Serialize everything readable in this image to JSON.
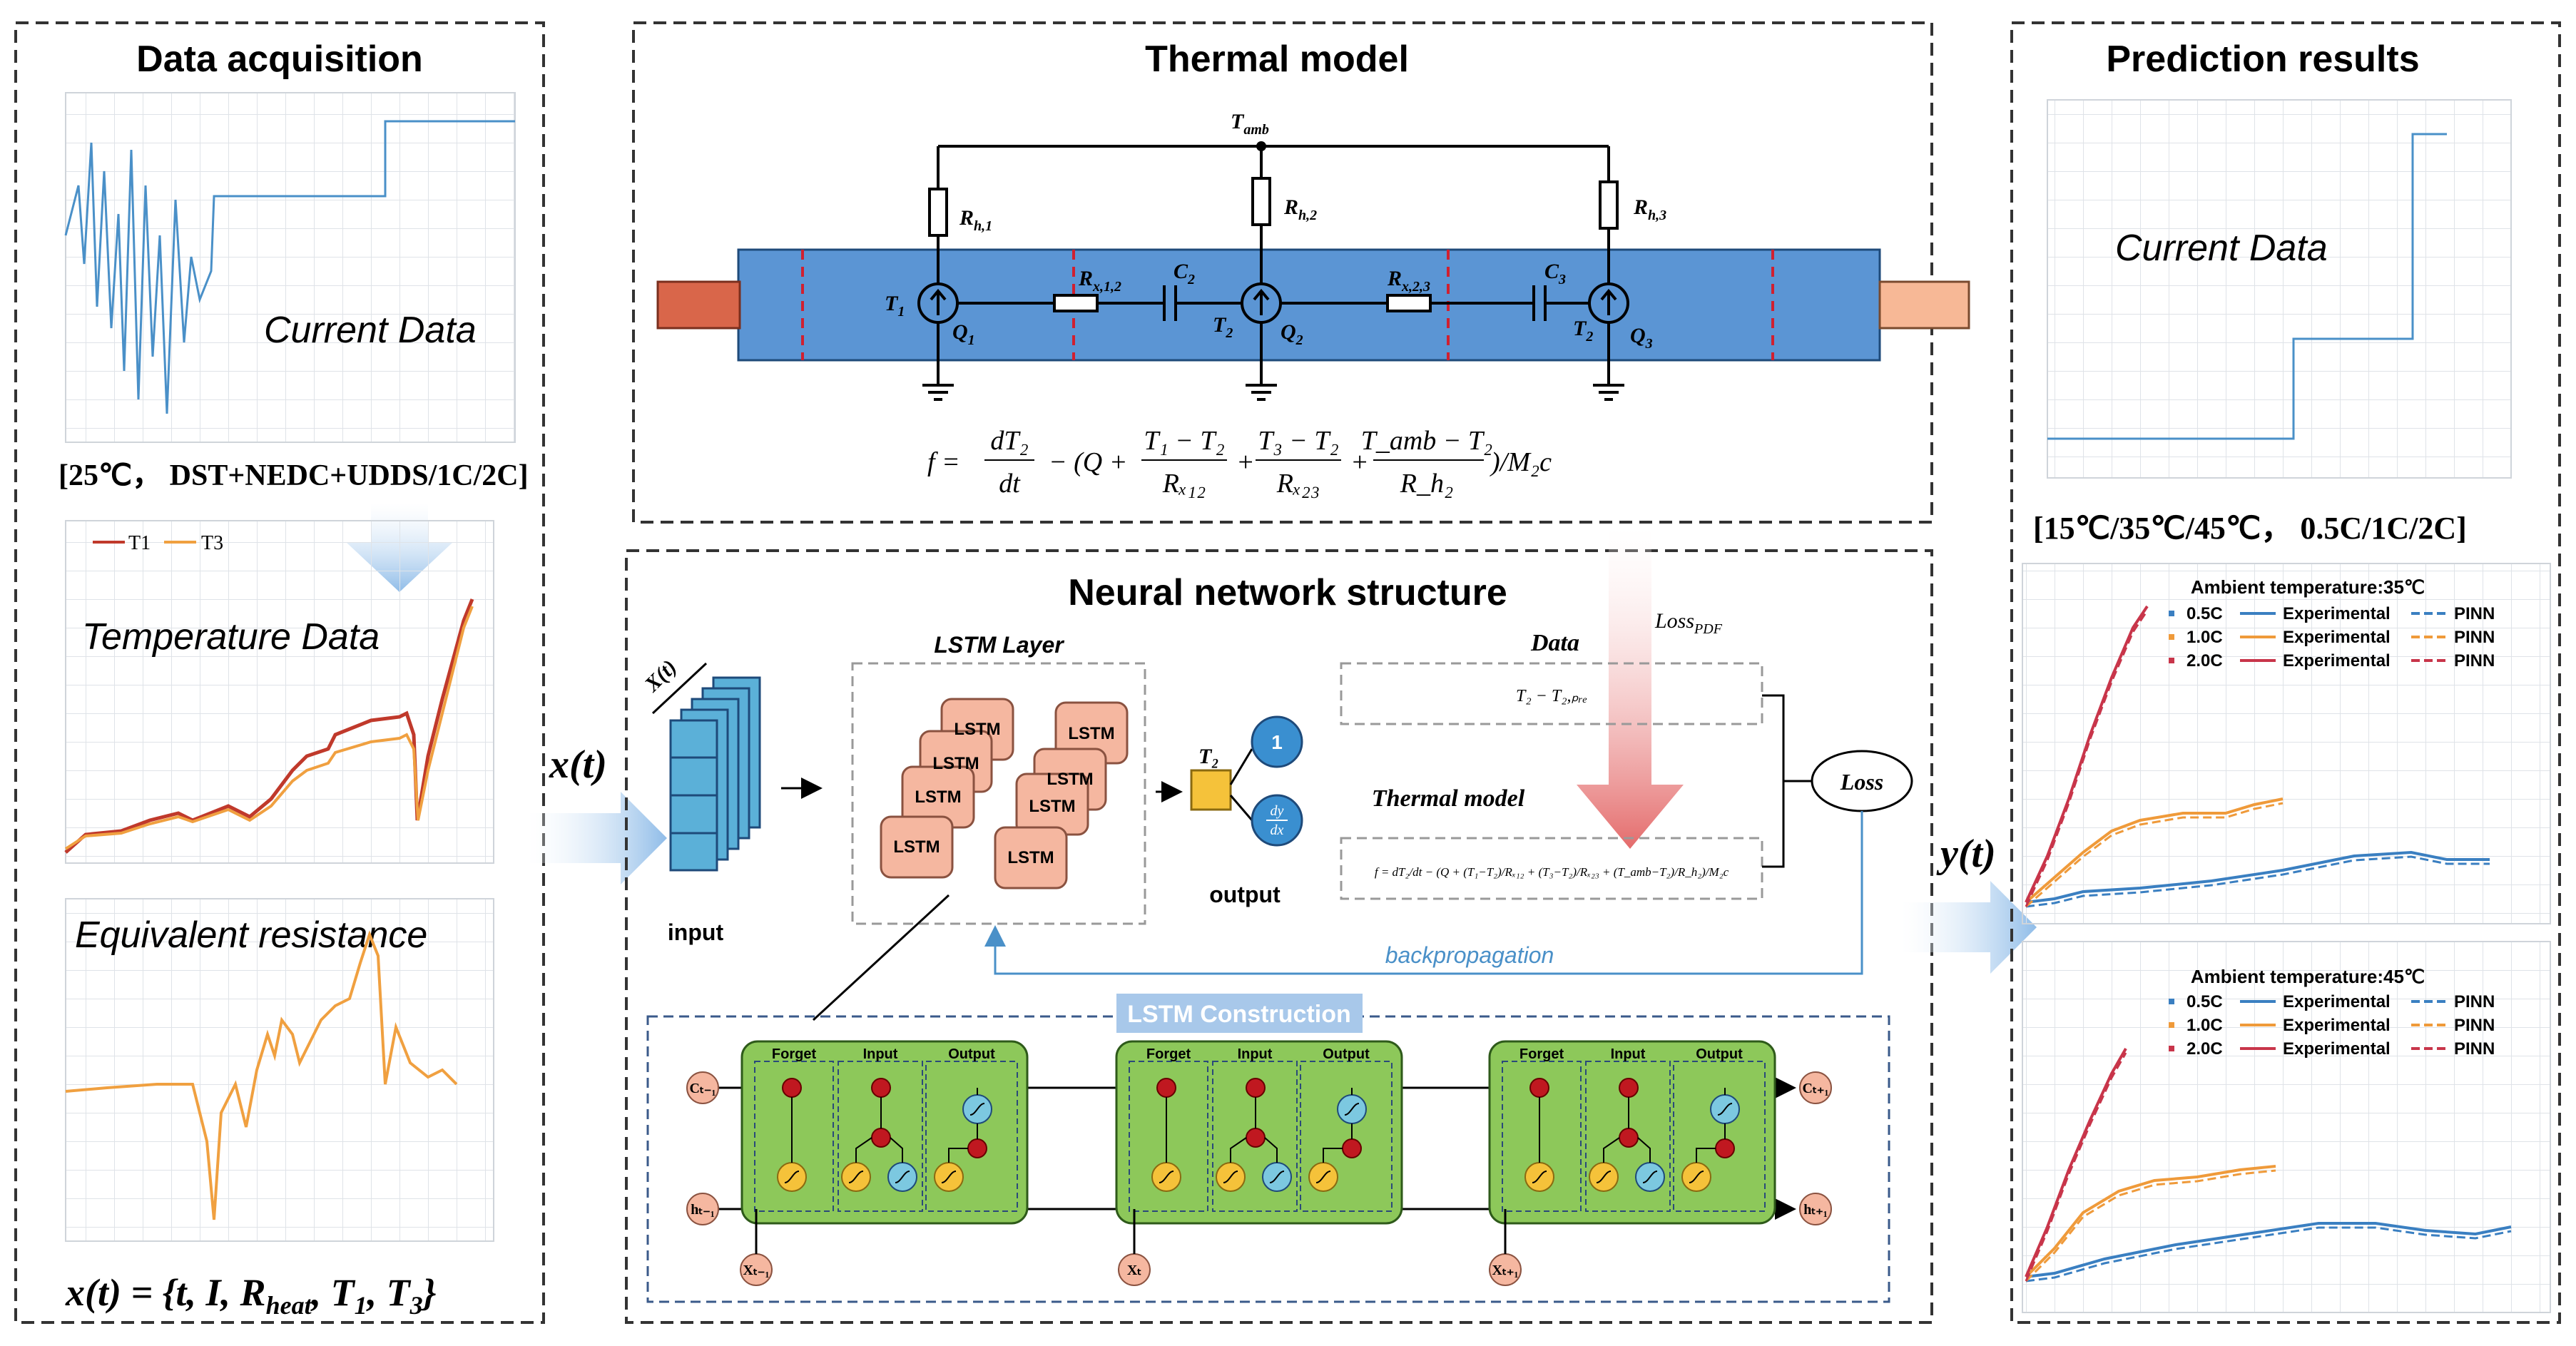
{
  "panels": {
    "data_acquisition": {
      "title": "Data acquisition",
      "current_label": "Current Data",
      "condition": "[25℃， DST+NEDC+UDDS/1C/2C]",
      "temperature_label": "Temperature Data",
      "legend": [
        "T1",
        "T3"
      ],
      "resistance_label": "Equivalent resistance",
      "input_formula": "x(t) = {t, I, R",
      "input_formula_sub": "heat",
      "input_formula_tail": ", T",
      "input_formula_sub1": "1",
      "input_formula_sep": ", T",
      "input_formula_sub3": "3",
      "input_formula_end": "}"
    },
    "thermal_model": {
      "title": "Thermal model",
      "t_amb": "T",
      "t_amb_sub": "amb",
      "resistors": [
        {
          "label": "R",
          "sub": "h,1"
        },
        {
          "label": "R",
          "sub": "h,2"
        },
        {
          "label": "R",
          "sub": "h,3"
        },
        {
          "label": "R",
          "sub": "x,1,2"
        },
        {
          "label": "R",
          "sub": "x,2,3"
        }
      ],
      "capacitors": [
        {
          "label": "C",
          "sub": "2"
        },
        {
          "label": "C",
          "sub": "3"
        }
      ],
      "nodes": [
        {
          "t": "T",
          "t_sub": "1",
          "q": "Q",
          "q_sub": "1"
        },
        {
          "t": "T",
          "t_sub": "2",
          "q": "Q",
          "q_sub": "2"
        },
        {
          "t": "T",
          "t_sub": "2",
          "q": "Q",
          "q_sub": "3"
        }
      ],
      "equation_left": "f =",
      "equation_frac1_num": "dT₂",
      "equation_frac1_den": "dt",
      "equation_mid": "− (Q +",
      "equation_frac2_num": "T₁ − T₂",
      "equation_frac2_den": "Rₓ₁₂",
      "equation_frac3_num": "T₃ − T₂",
      "equation_frac3_den": "Rₓ₂₃",
      "equation_frac4_num": "T_amb − T₂",
      "equation_frac4_den": "R_h₂",
      "equation_tail": ")/M₂c"
    },
    "neural_network": {
      "title": "Neural network structure",
      "input_vector": "X(t)",
      "input_label": "input",
      "lstm_layer": "LSTM Layer",
      "lstm_cell": "LSTM",
      "output_var": "T₂",
      "output_label": "output",
      "node_one": "1",
      "node_deriv_num": "dy",
      "node_deriv_den": "dx",
      "data_label": "Data",
      "data_eq": "T₂ − T₂,ₚᵣₑ",
      "thermal_label": "Thermal model",
      "thermal_eq": "f = dT₂/dt − (Q + (T₁−T₂)/Rₓ₁₂ + (T₃−T₂)/Rₓ₂₃ + (T_amb−T₂)/R_h₂)/M₂c",
      "loss": "Loss",
      "loss_pde": "Loss",
      "loss_pde_sub": "PDF",
      "backprop": "backpropagation",
      "x_of_t": "x(t)",
      "y_of_t": "y(t)"
    },
    "lstm_construction": {
      "title": "LSTM Construction",
      "gates": [
        "Forget",
        "Input",
        "Output"
      ],
      "c_prev": "Cₜ₋₁",
      "c_next": "Cₜ₊₁",
      "h_prev": "hₜ₋₁",
      "h_next": "hₜ₊₁",
      "x_prev": "Xₜ₋₁",
      "x_now": "Xₜ",
      "x_next": "Xₜ₊₁"
    },
    "prediction": {
      "title": "Prediction results",
      "current_label": "Current Data",
      "condition": "[15℃/35℃/45℃，  0.5C/1C/2C]",
      "chart_35": {
        "title": "Ambient temperature:35℃",
        "rows": [
          "0.5C",
          "1.0C",
          "2.0C"
        ],
        "experimental": "Experimental",
        "pinn": "PINN"
      },
      "chart_45": {
        "title": "Ambient temperature:45℃",
        "rows": [
          "0.5C",
          "1.0C",
          "2.0C"
        ],
        "experimental": "Experimental",
        "pinn": "PINN"
      }
    }
  },
  "colors": {
    "blue_line": "#4a90c8",
    "t1": "#c0392b",
    "t3": "#f0a040",
    "resist": "#f0a040",
    "battery": "#5b95d4",
    "lstm_fill": "#f5b7a0",
    "cell_green": "#8dc85a",
    "rate_05": "#3a7fc1",
    "rate_10": "#ef9a3a",
    "rate_20": "#c8354a",
    "arrow_blue": "#a8c8ea",
    "arrow_red": "#e57b7b"
  },
  "icons": {
    "gate_sigmoid": "sigmoid-gate-icon",
    "gate_tanh": "tanh-gate-icon",
    "multiply": "multiply-node-icon",
    "ground": "ground-icon",
    "heat_source": "heat-source-icon"
  }
}
